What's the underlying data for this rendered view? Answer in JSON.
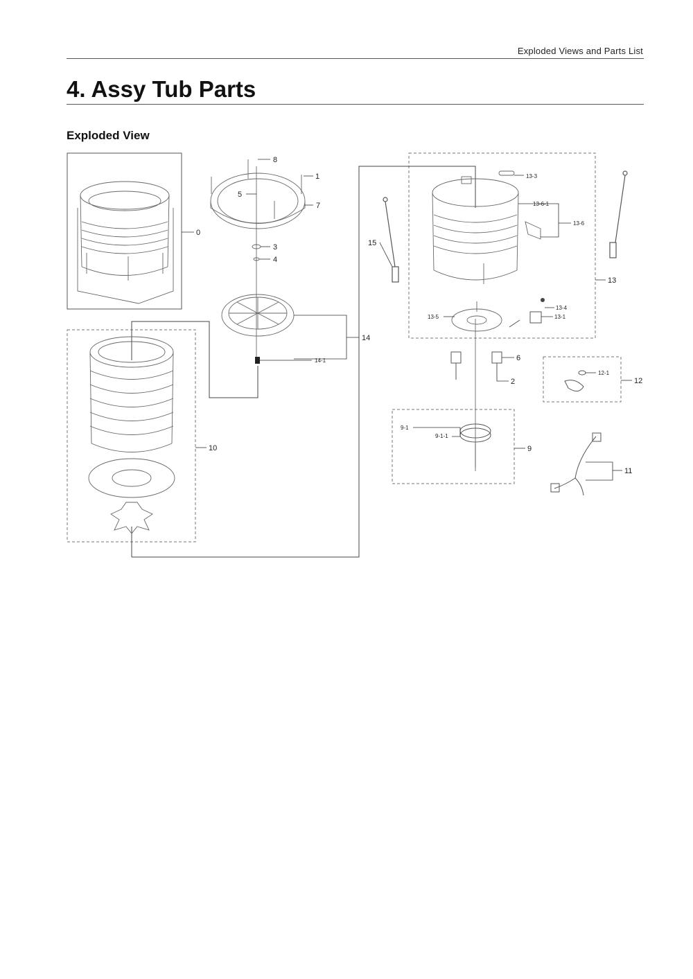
{
  "header": {
    "running_title": "Exploded Views and Parts List"
  },
  "page": {
    "title": "4.  Assy Tub Parts",
    "section": "Exploded View"
  },
  "labels": {
    "l0": "0",
    "l1": "1",
    "l2": "2",
    "l3": "3",
    "l4": "4",
    "l5": "5",
    "l6": "6",
    "l7": "7",
    "l8": "8",
    "l9": "9",
    "l9_1": "9-1",
    "l9_1_1": "9-1-1",
    "l10": "10",
    "l11": "11",
    "l12": "12",
    "l12_1": "12-1",
    "l13": "13",
    "l13_1": "13-1",
    "l13_3": "13-3",
    "l13_4": "13-4",
    "l13_5": "13-5",
    "l13_6": "13-6",
    "l13_6_1": "13-6-1",
    "l14": "14",
    "l14_1": "14-1",
    "l15": "15"
  }
}
